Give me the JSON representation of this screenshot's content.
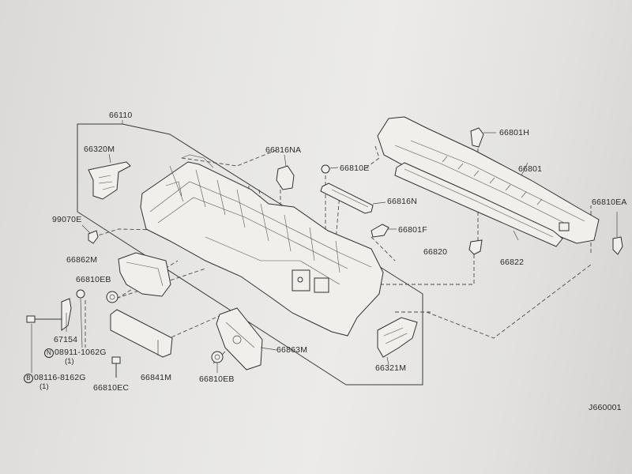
{
  "diagram": {
    "labels": {
      "p66110": "66110",
      "p66320m": "66320M",
      "p99070e": "99070E",
      "p66862m": "66862M",
      "p66810eb_left": "66810EB",
      "p67154": "67154",
      "p08911": "08911-1062G",
      "p08911_badge": "N",
      "p08911_qty": "(1)",
      "p08116": "08116-8162G",
      "p08116_badge": "B",
      "p08116_qty": "(1)",
      "p66810ec": "66810EC",
      "p66841m": "66841M",
      "p66810eb_bottom": "66810EB",
      "p66863m": "66863M",
      "p66321m": "66321M",
      "p66816na": "66816NA",
      "p66810e": "66810E",
      "p66816n": "66816N",
      "p66801f": "66801F",
      "p66820": "66820",
      "p66822": "66822",
      "p66801h": "66801H",
      "p66801": "66801",
      "p66810ea": "66810EA",
      "diagram_code": "J660001"
    }
  }
}
